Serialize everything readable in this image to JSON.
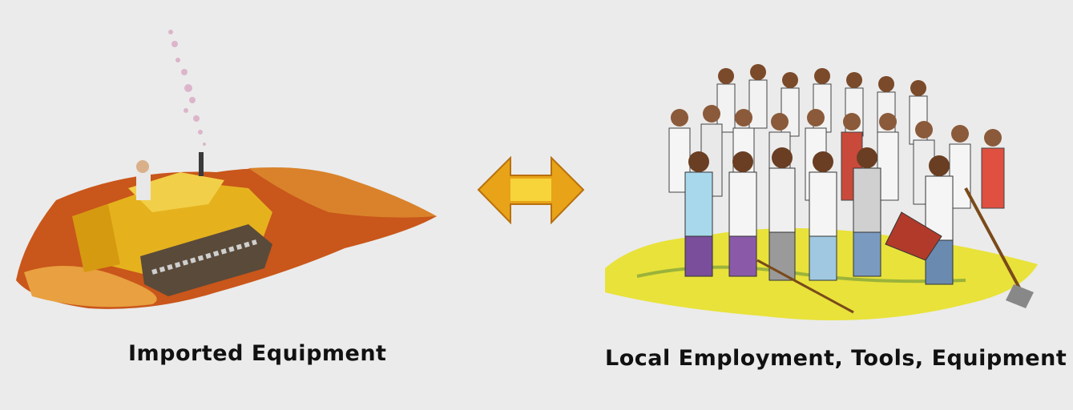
{
  "left": {
    "caption": "Imported Equipment",
    "illustration": "bulldozer-illustration"
  },
  "right": {
    "caption": "Local Employment, Tools, Equipment",
    "illustration": "workers-crowd-illustration"
  },
  "center": {
    "icon": "double-arrow-icon",
    "color": "#e8a318"
  },
  "colors": {
    "background": "#ebebeb",
    "earth": "#c9561a",
    "machine": "#e5b21e",
    "grass": "#e8e23a"
  }
}
